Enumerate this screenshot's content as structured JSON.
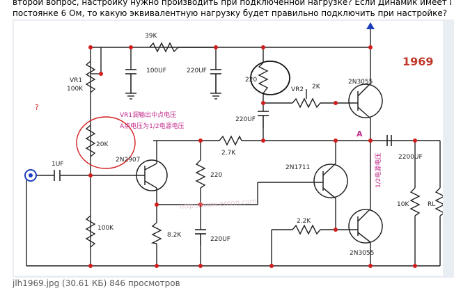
{
  "post": {
    "line1": "второй вопрос, настройку нужно производить при подключенной нагрузке? Если Динамик имеет импеданс",
    "line2": "постоянке 6 Ом, то какую эквивалентную нагрузку будет правильно подключить при настройке?"
  },
  "attachment": {
    "caption": "jlh1969.jpg (30.61 КБ) 846 просмотров"
  },
  "schematic": {
    "title": "1969",
    "question_mark": "?",
    "annotation_line1": "VR1调输出中点电压",
    "annotation_line2": "A点电压为1/2电源电压",
    "vertical_annotation": "1/2电源电压",
    "point_label": "A",
    "watermark": "http://www.ernnn.com",
    "labels": {
      "r_39k": "39K",
      "c_100uf": "100UF",
      "c_220uf_top": "220UF",
      "r_220_top": "220",
      "vr2": "VR2",
      "vr2_value": "2K",
      "q_2n3055_top": "2N3055",
      "vr1": "VR1",
      "vr1_value": "100K",
      "c_220uf_mid": "220UF",
      "r_20k": "20K",
      "r_2_7k": "2.7K",
      "c_1uf": "1UF",
      "q_2n2907": "2N2907",
      "r_220_mid": "220",
      "q_2n1711": "2N1711",
      "c_2200uf": "2200UF",
      "r_100k": "100K",
      "r_8_2k": "8.2K",
      "c_220uf_bottom": "220UF",
      "r_2_2k": "2.2K",
      "r_10k": "10K",
      "r_load": "RL",
      "q_2n3055_bottom": "2N3055"
    }
  }
}
